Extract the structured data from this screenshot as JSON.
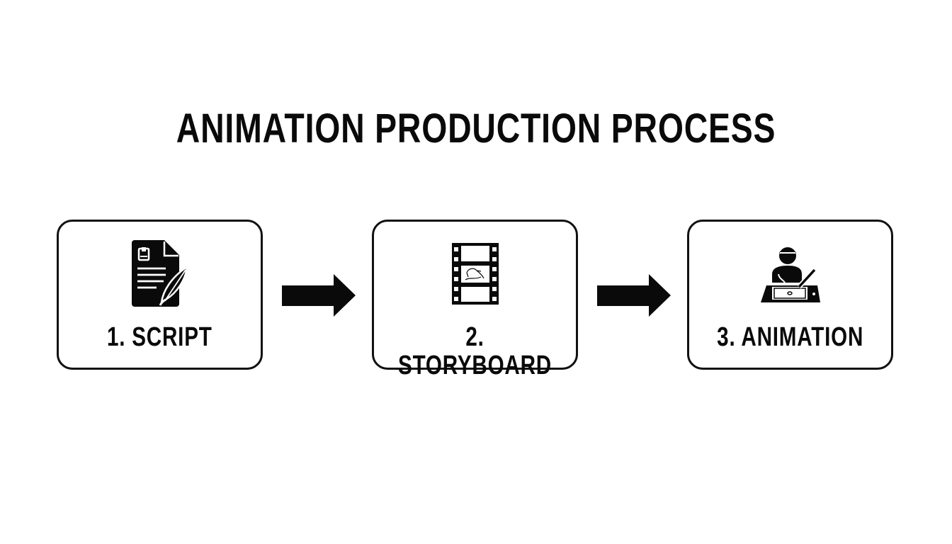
{
  "diagram": {
    "title": "ANIMATION PRODUCTION PROCESS",
    "colors": {
      "foreground": "#0a0a0a",
      "background": "#ffffff",
      "border": "#111111"
    },
    "steps": [
      {
        "number": 1,
        "label": "1. SCRIPT",
        "icon": "script-document-quill-icon"
      },
      {
        "number": 2,
        "label": "2. STORYBOARD",
        "icon": "film-strip-icon"
      },
      {
        "number": 3,
        "label": "3. ANIMATION",
        "icon": "animator-drawing-tablet-icon"
      }
    ],
    "connectors": [
      {
        "from": 1,
        "to": 2,
        "icon": "arrow-right-icon"
      },
      {
        "from": 2,
        "to": 3,
        "icon": "arrow-right-icon"
      }
    ]
  }
}
